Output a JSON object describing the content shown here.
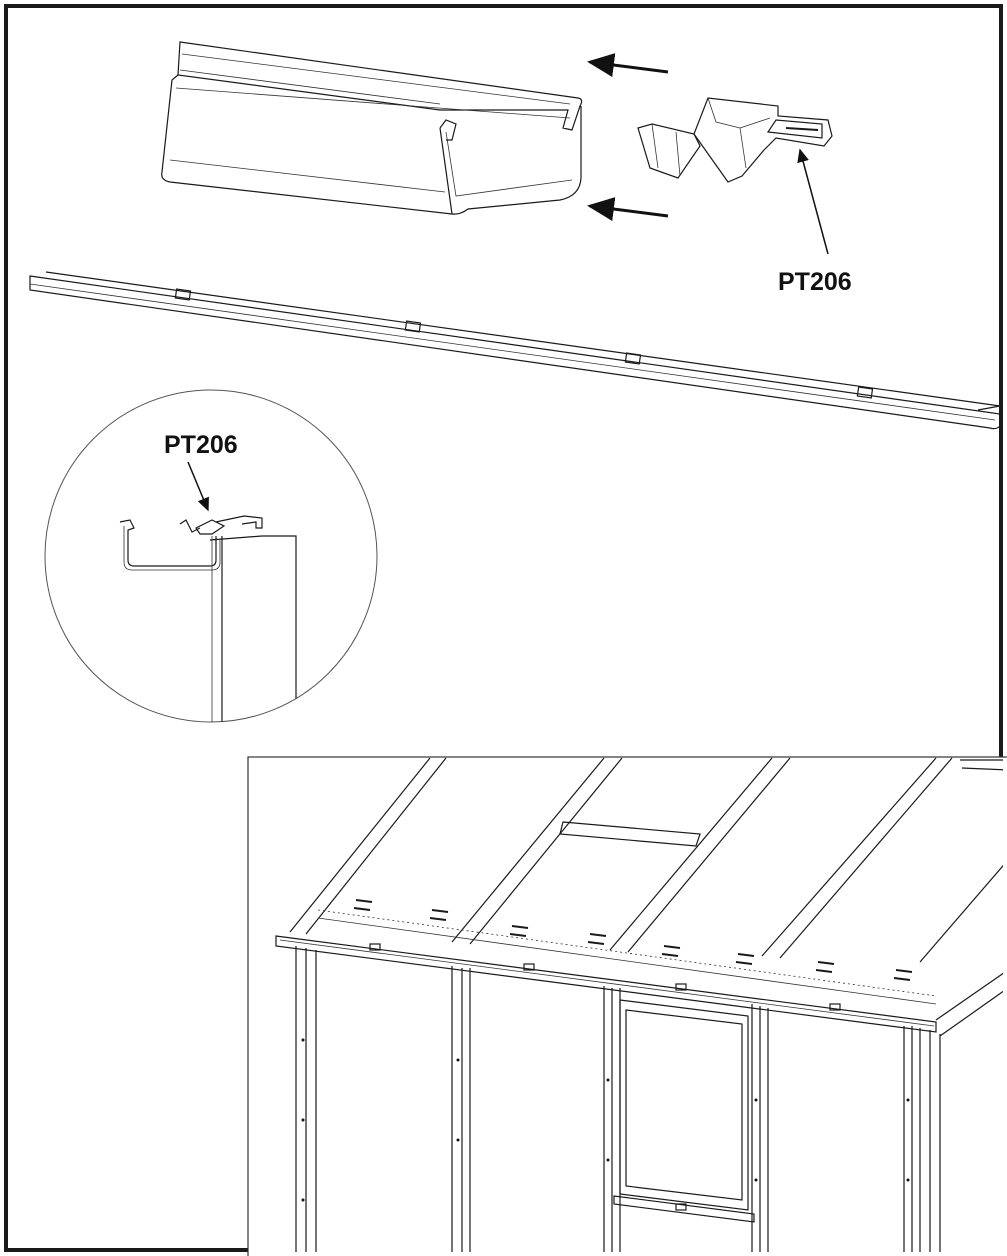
{
  "figure": {
    "callouts": [
      {
        "id": "clip-part",
        "text": "PT206"
      },
      {
        "id": "detail-part",
        "text": "PT206"
      }
    ]
  }
}
